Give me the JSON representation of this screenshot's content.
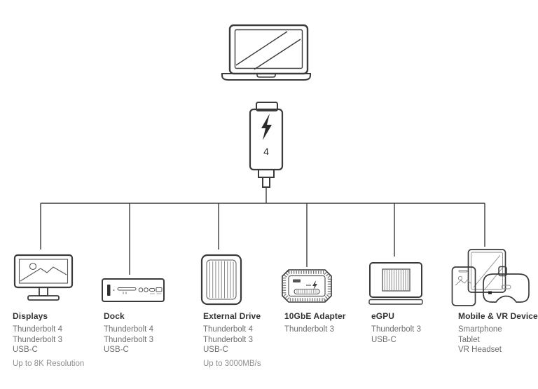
{
  "diagram": {
    "description": "Thunderbolt 4 host connectivity tree",
    "host_icon": "laptop-icon",
    "cable": {
      "icon": "thunderbolt-cable-icon",
      "bolt_icon": "lightning-bolt-icon",
      "port_label": "4"
    }
  },
  "devices": [
    {
      "name": "Displays",
      "icon": "monitor-icon",
      "specs": [
        "Thunderbolt 4",
        "Thunderbolt 3",
        "USB-C"
      ],
      "note": "Up to 8K Resolution"
    },
    {
      "name": "Dock",
      "icon": "dock-icon",
      "specs": [
        "Thunderbolt 4",
        "Thunderbolt 3",
        "USB-C"
      ],
      "note": ""
    },
    {
      "name": "External Drive",
      "icon": "external-drive-icon",
      "specs": [
        "Thunderbolt 4",
        "Thunderbolt 3",
        "USB-C"
      ],
      "note": "Up to 3000MB/s"
    },
    {
      "name": "10GbE Adapter",
      "icon": "network-adapter-icon",
      "specs": [
        "Thunderbolt 3"
      ],
      "note": ""
    },
    {
      "name": "eGPU",
      "icon": "egpu-icon",
      "specs": [
        "Thunderbolt 3",
        "USB-C"
      ],
      "note": ""
    },
    {
      "name": "Mobile & VR Devices",
      "icon": "mobile-vr-icon",
      "specs": [
        "Smartphone",
        "Tablet",
        "VR Headset"
      ],
      "note": ""
    }
  ],
  "colors": {
    "background": "#ffffff",
    "line": "#3a3a3a",
    "heading_text": "#333333",
    "spec_text": "#6e6e6e",
    "note_text": "#8f8f8f"
  }
}
